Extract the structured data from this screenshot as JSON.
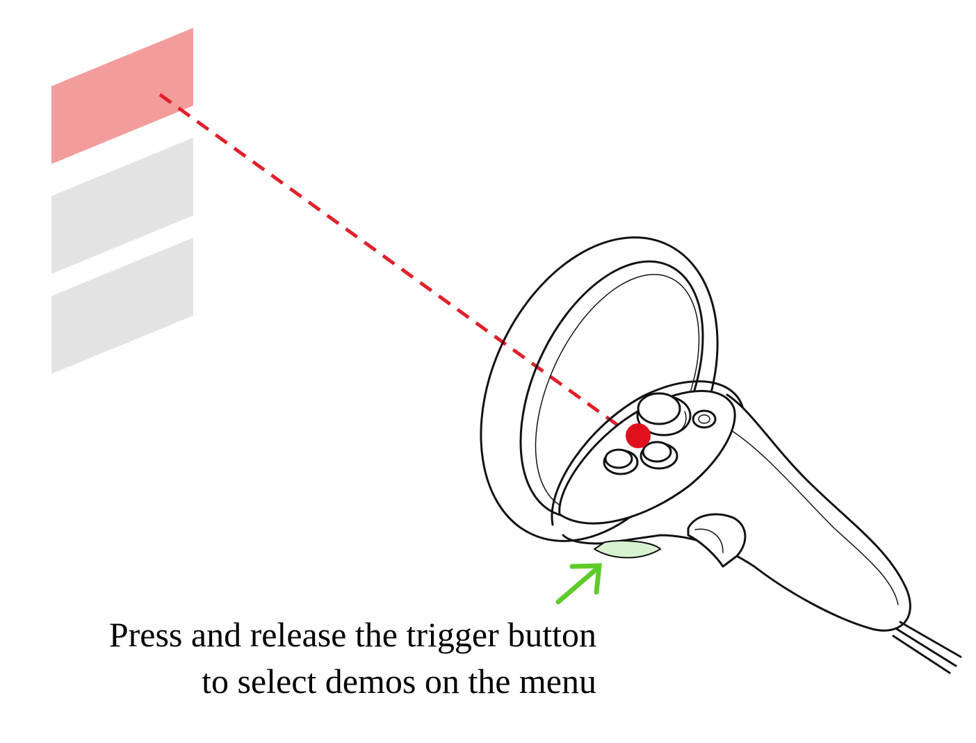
{
  "instruction": {
    "line1": "Press and release the trigger button",
    "line2": "to select demos on the menu"
  },
  "menu": {
    "item_count": 3,
    "selected_index": 0
  },
  "colors": {
    "menu_selected": "#f29c9c",
    "menu_unselected": "#e3e3e3",
    "pointer_ray": "#e0202a",
    "pointer_dot": "#e0101c",
    "trigger_highlight": "#d8f2d0",
    "hint_arrow": "#5fcb2a",
    "controller_outline": "#111111"
  },
  "icons": {
    "controller": "vr-controller-icon",
    "hint_arrow": "arrow-up-right-icon"
  }
}
